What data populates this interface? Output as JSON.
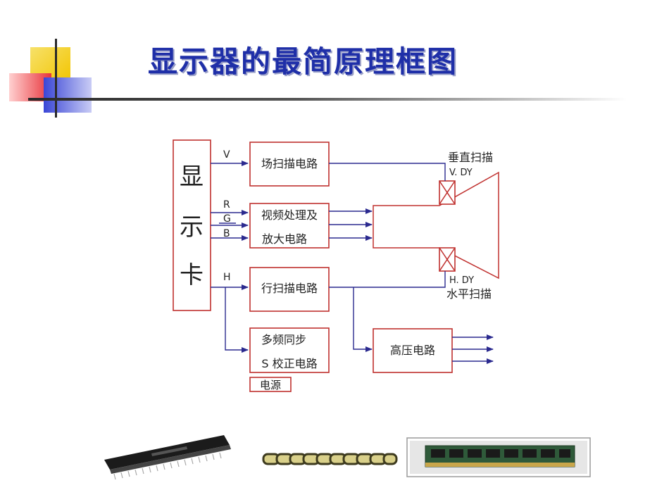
{
  "slide": {
    "title": "显示器的最简原理框图"
  },
  "diagram": {
    "card_label": [
      "显",
      "示",
      "卡"
    ],
    "signals": {
      "v": "V",
      "r": "R",
      "g": "G",
      "b": "B",
      "h": "H"
    },
    "blocks": {
      "field_scan": "场扫描电路",
      "video_line1": "视频处理及",
      "video_line2": "放大电路",
      "line_scan": "行扫描电路",
      "sync_line1": "多频同步",
      "sync_line2": "S 校正电路",
      "high_voltage": "高压电路",
      "power": "电源"
    },
    "yoke": {
      "vertical_title": "垂直扫描",
      "vertical_code": "V. DY",
      "horizontal_code": "H. DY",
      "horizontal_title": "水平扫描"
    }
  },
  "colors": {
    "title": "#1f2fa8",
    "box_border": "#c0312f",
    "wire": "#2b2a8f",
    "deco_yellow": "#f5d21a",
    "deco_red": "#e8333a",
    "deco_blue": "#3a46d6"
  },
  "images": {
    "chip": "ic-chip-image",
    "chain": "chain-image",
    "memory": "memory-module-image"
  }
}
